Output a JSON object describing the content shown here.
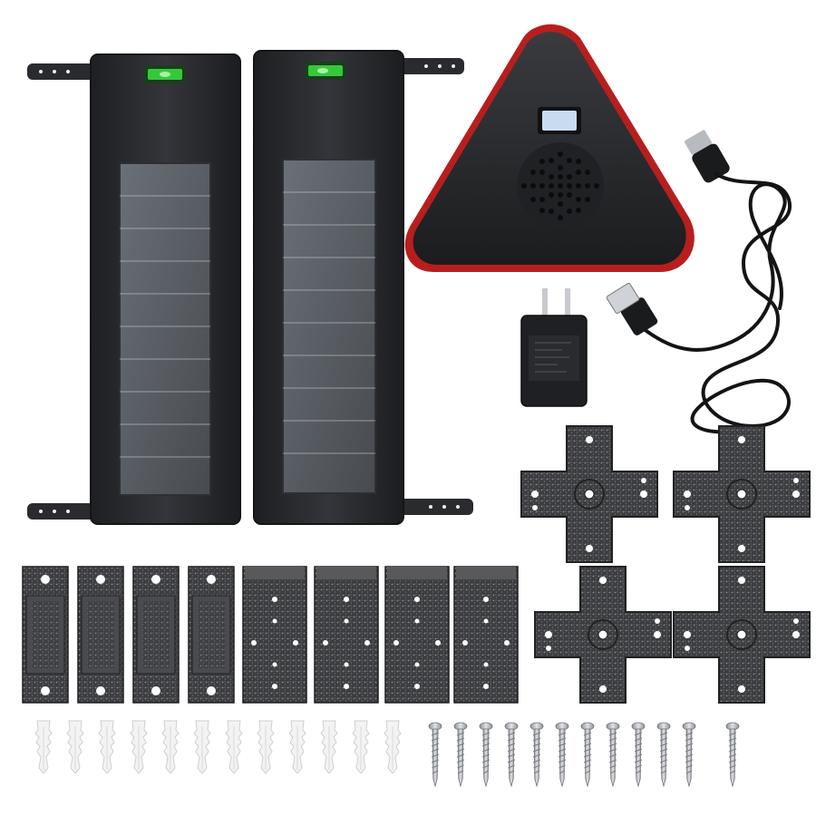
{
  "scene": {
    "kind": "product-kit-photo",
    "background": "#ffffff",
    "items": [
      {
        "name": "solar-beam-sensor",
        "count": 2
      },
      {
        "name": "alarm-receiver",
        "count": 1
      },
      {
        "name": "usb-power-cable",
        "count": 1
      },
      {
        "name": "usb-wall-adapter",
        "count": 1
      },
      {
        "name": "cross-mounting-plate",
        "count": 4
      },
      {
        "name": "omega-pipe-clamp",
        "count": 4
      },
      {
        "name": "l-bracket",
        "count": 4
      },
      {
        "name": "wall-anchor",
        "count": 12
      },
      {
        "name": "screw",
        "count": 12
      }
    ],
    "colors": {
      "sensor_body": "#2a2b2e",
      "solar_panel": "#555a60",
      "bubble_level": "#35c93a",
      "receiver_body": "#2c2d30",
      "receiver_rim": "#b81e1e",
      "receiver_display": "#c9dcef",
      "metal_hammertone": "#3a3a3c",
      "anchor": "#f1f1f1",
      "screw": "#b9bcc0"
    }
  }
}
